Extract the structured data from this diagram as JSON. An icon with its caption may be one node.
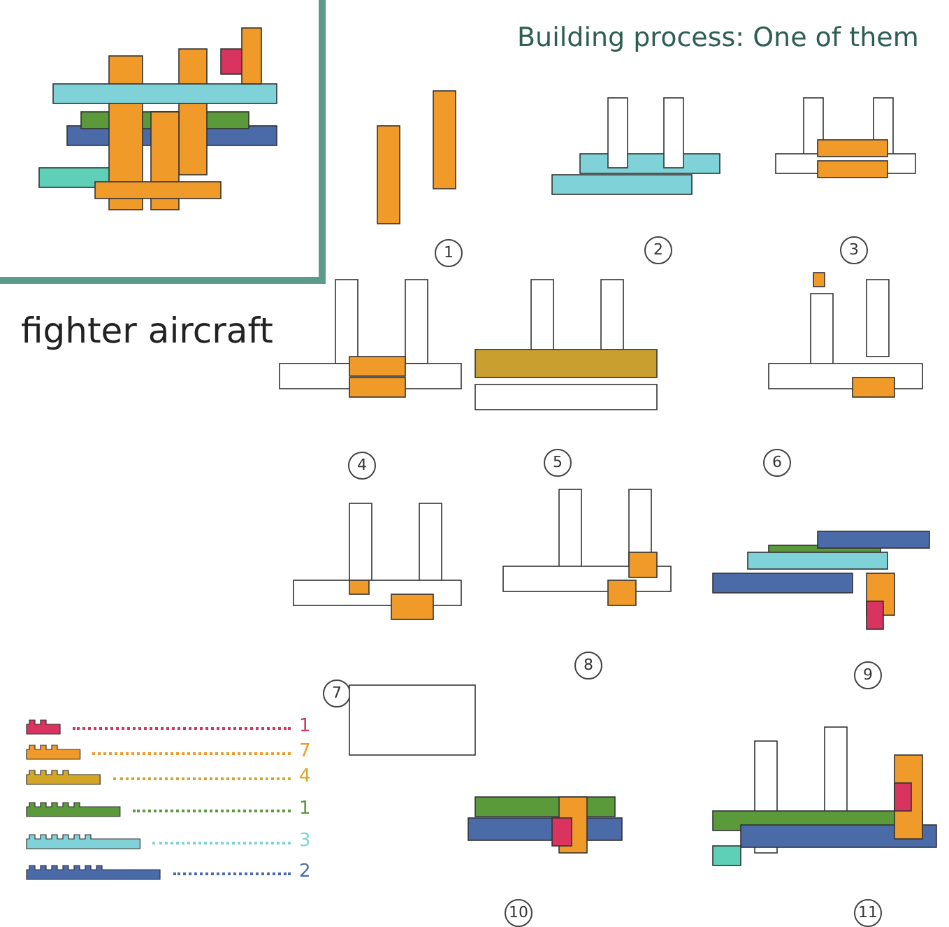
{
  "diagram": {
    "title": "Building process: One of them",
    "labels": [
      "fighter aircraft",
      "1",
      "2",
      "3",
      "4",
      "5",
      "6",
      "7",
      "8",
      "9",
      "10",
      "11"
    ],
    "legend": [
      {
        "text": "1",
        "color": "#d8345f"
      },
      {
        "text": "7",
        "color": "#f09a2a"
      },
      {
        "text": "4",
        "color": "#d4a628"
      },
      {
        "text": "1",
        "color": "#5a9a3a"
      },
      {
        "text": "3",
        "color": "#7fd3d8"
      },
      {
        "text": "2",
        "color": "#4a6aa8"
      }
    ]
  }
}
